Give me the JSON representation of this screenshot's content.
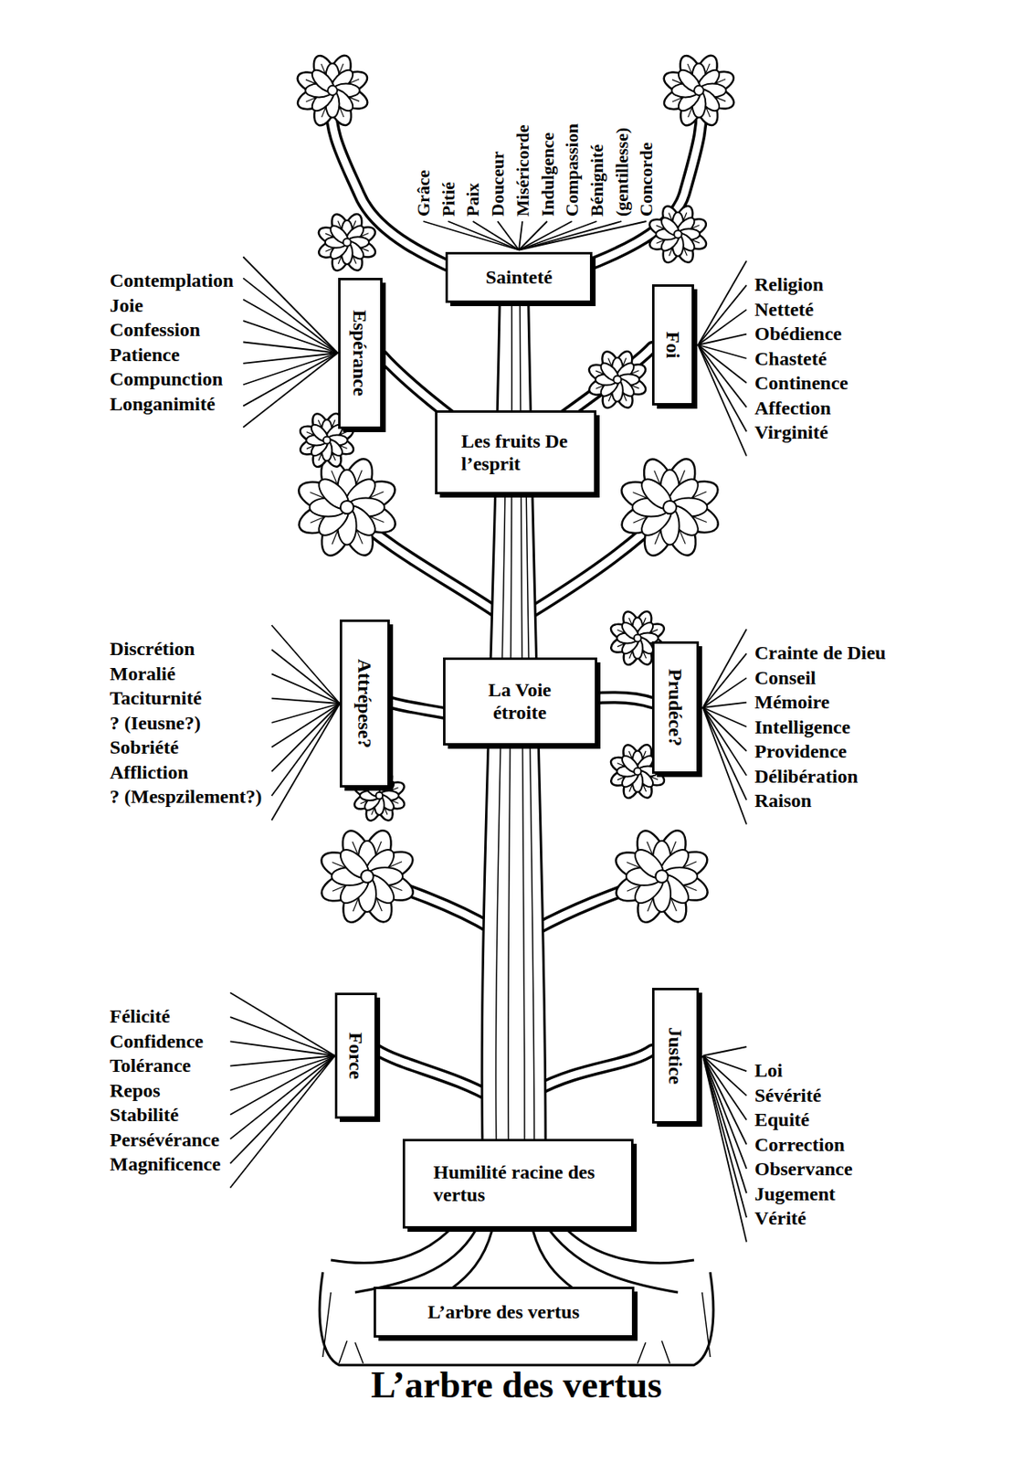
{
  "diagram": {
    "title": "L’arbre des vertus",
    "nodes": [
      {
        "text": [
          "Sainteté"
        ]
      },
      {
        "text": [
          "Espérance"
        ]
      },
      {
        "text": [
          "Foi"
        ]
      },
      {
        "text": [
          "Les fruits De l’esprit"
        ]
      },
      {
        "text": [
          "Attrépese?"
        ]
      },
      {
        "text": [
          "La Voie étroite"
        ]
      },
      {
        "text": [
          "Prudéce?"
        ]
      },
      {
        "text": [
          "Force"
        ]
      },
      {
        "text": [
          "Justice"
        ]
      },
      {
        "text": [
          "Humilité racine des vertus"
        ]
      },
      {
        "text": [
          "L’arbre des vertus"
        ]
      }
    ],
    "labels": [
      "Grâce",
      "Pitié",
      "Paix",
      "Douceur",
      "Miséricorde",
      "Indulgence",
      "Compassion",
      "Bénignité",
      "(gentillesse)",
      "Concorde",
      "Contemplation",
      "Joie",
      "Confession",
      "Patience",
      "Compunction",
      "Longanimité",
      "Religion",
      "Netteté",
      "Obédience",
      "Chasteté",
      "Continence",
      "Affection",
      "Virginité",
      "Discrétion",
      "Moralié",
      "Taciturnité",
      "? (Ieusne?)",
      "Sobriété",
      "Affliction",
      "? (Mespzilement?)",
      "Crainte de Dieu",
      "Conseil",
      "Mémoire",
      "Intelligence",
      "Providence",
      "Délibération",
      "Raison",
      "Félicité",
      "Confidence",
      "Tolérance",
      "Repos",
      "Stabilité",
      "Persévérance",
      "Magnificence",
      "Loi",
      "Sévérité",
      "Equité",
      "Correction",
      "Observance",
      "Jugement",
      "Vérité"
    ]
  }
}
